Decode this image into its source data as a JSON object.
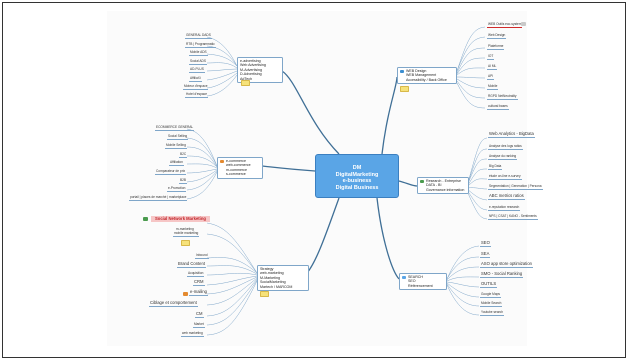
{
  "central": {
    "lines": [
      "DM",
      "DigitalMarketing",
      "e-business",
      "Digital Business"
    ]
  },
  "branches": {
    "advertising": {
      "lines": [
        "e-advertising",
        "Web Advertising",
        "M-Advertising",
        "D-Advertising",
        "AdTech"
      ]
    },
    "webdesign": {
      "lines": [
        "WEB Design",
        "WEB Management",
        "Accessibility / Back Office"
      ]
    },
    "ecommerce": {
      "lines": [
        "e-commerce",
        "web-commerce",
        "m-commerce",
        "s-commerce"
      ]
    },
    "research": {
      "lines": [
        "Research - Entreprise",
        "DATA - BI",
        "Governance information"
      ]
    },
    "strategy": {
      "lines": [
        "Strategy",
        "web-marketing",
        "M-Marketing",
        "SocialMarketing",
        "Martech / MARCOM"
      ]
    },
    "search": {
      "lines": [
        "SEARCH",
        "SEO",
        "Référencement"
      ]
    }
  },
  "advertising_leaves": [
    "GENERAL DADS",
    "RTB | Programmatic",
    "Mobile ADS",
    "Social ADS",
    "AD-PLUS",
    "AffiliaXi",
    "Moteur d'espace",
    "Hotel d'espace"
  ],
  "webdesign_leaves": [
    "WEB Outils eco-system",
    "Web Design",
    "Plateforme",
    "IOT",
    "AI ML",
    "API",
    "Mobile",
    "RGPD NetNeutrality",
    "cultural bases"
  ],
  "ecommerce_leaves": [
    "ECOMMERCE GENERAL",
    "Social Selling",
    "Mobile Selling",
    "B2C",
    "Affiliation",
    "Comparateur de prix",
    "B2B",
    "e-Promotion",
    "portail | places de marché | marketplace"
  ],
  "research_leaves": [
    "Web Analytics - BigData",
    "Analyse des logs ratios",
    "Analyse du ranking",
    "Big Data",
    "étude on-line e-survey",
    "Segmentation | Generation | Persona",
    "ABC metrics ratios",
    "e-reputation research",
    "NPS | CSAT | KANO - Sentiments"
  ],
  "strategy_leaves": {
    "highlight": "Social Network Marketing",
    "sub": [
      "m-marketing",
      "mobile marketing"
    ],
    "items": [
      "Inbound",
      "Brand Content",
      "Acquisition",
      "CRM",
      "e-mailing",
      "Ciblage et comportement",
      "CM",
      "Market",
      "web marketing"
    ]
  },
  "search_leaves": [
    "SEO",
    "SEA",
    "ASO app store optimization",
    "SMO - Social Ranking",
    "OUTILS",
    "Google Maps",
    "Mobile Search",
    "Youtube search"
  ],
  "colors": {
    "link": "#3f6f96",
    "central": "#5aa5e6",
    "highlight_bg": "#f6c6c6",
    "highlight_text": "#c2272d",
    "note": "#f6e27a",
    "accent_red": "#d02a2a"
  }
}
